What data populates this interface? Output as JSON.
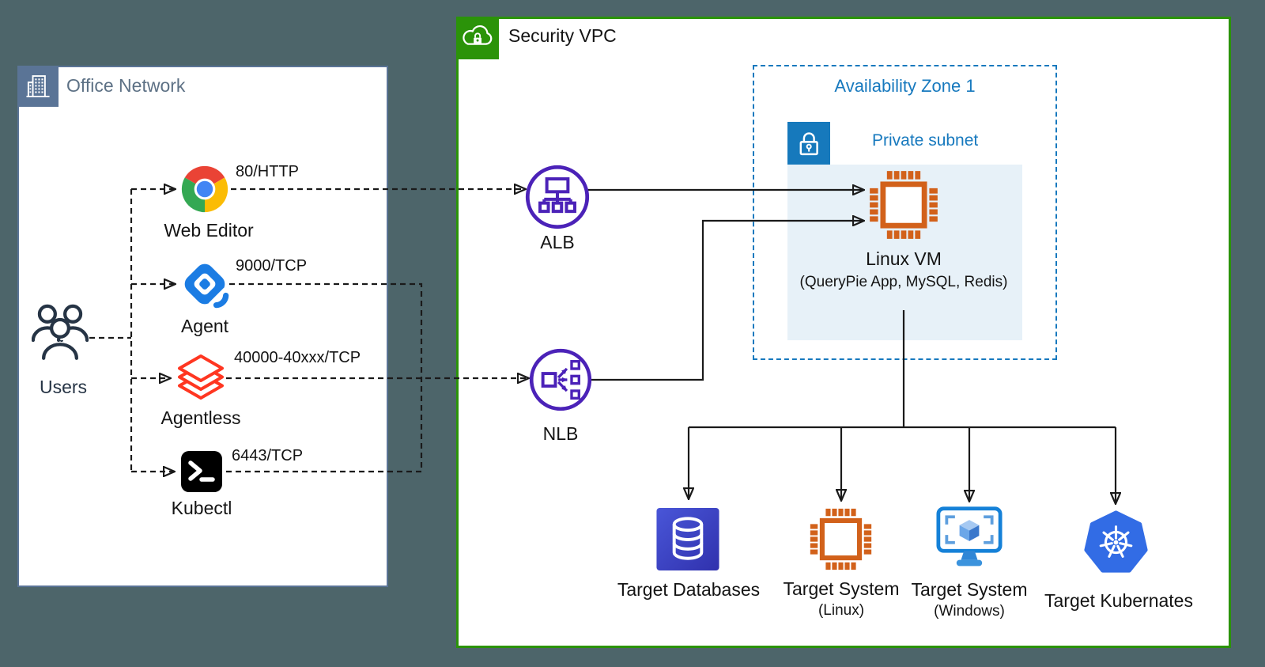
{
  "office_network": {
    "title": "Office Network",
    "users_label": "Users",
    "clients": [
      {
        "label": "Web Editor",
        "port": "80/HTTP",
        "icon": "chrome-browser-icon"
      },
      {
        "label": "Agent",
        "port": "9000/TCP",
        "icon": "querypie-agent-icon"
      },
      {
        "label": "Agentless",
        "port": "40000-40xxx/TCP",
        "icon": "layer-stack-icon"
      },
      {
        "label": "Kubectl",
        "port": "6443/TCP",
        "icon": "terminal-icon"
      }
    ]
  },
  "security_vpc": {
    "title": "Security VPC",
    "load_balancers": [
      {
        "label": "ALB",
        "icon": "application-load-balancer-icon"
      },
      {
        "label": "NLB",
        "icon": "network-load-balancer-icon"
      }
    ],
    "availability_zone": {
      "title": "Availability Zone 1",
      "private_subnet": {
        "title": "Private subnet",
        "vm_label": "Linux VM",
        "vm_sublabel": "(QueryPie App, MySQL, Redis)",
        "vm_icon": "ec2-chip-icon"
      }
    },
    "targets": [
      {
        "label": "Target Databases",
        "icon": "database-icon"
      },
      {
        "label": "Target System",
        "sublabel": "(Linux)",
        "icon": "ec2-chip-icon"
      },
      {
        "label": "Target System",
        "sublabel": "(Windows)",
        "icon": "windows-vm-icon"
      },
      {
        "label": "Target Kubernates",
        "icon": "kubernetes-icon"
      }
    ]
  },
  "colors": {
    "background": "#4d656a",
    "office_accent": "#5a7496",
    "office_title": "#5d7185",
    "vpc_green": "#2b9309",
    "az_blue": "#1779be",
    "subnet_fill": "#e7f1f8",
    "subnet_icon_bg": "#1679bc",
    "ec2_orange": "#d2611a",
    "lb_purple": "#4b22b8",
    "agent_blue": "#1b7ce3",
    "agentless_red": "#ff3621",
    "kubernetes_blue": "#326ce5",
    "windows_blue": "#1581d8",
    "database_gradient_start": "#4956d8",
    "database_gradient_end": "#3031ad",
    "chrome_red": "#ea4335",
    "chrome_green": "#34a853",
    "chrome_yellow": "#fbbc05",
    "chrome_blue": "#4285f4",
    "users_navy": "#263445",
    "line_color": "#1a1a1a"
  }
}
